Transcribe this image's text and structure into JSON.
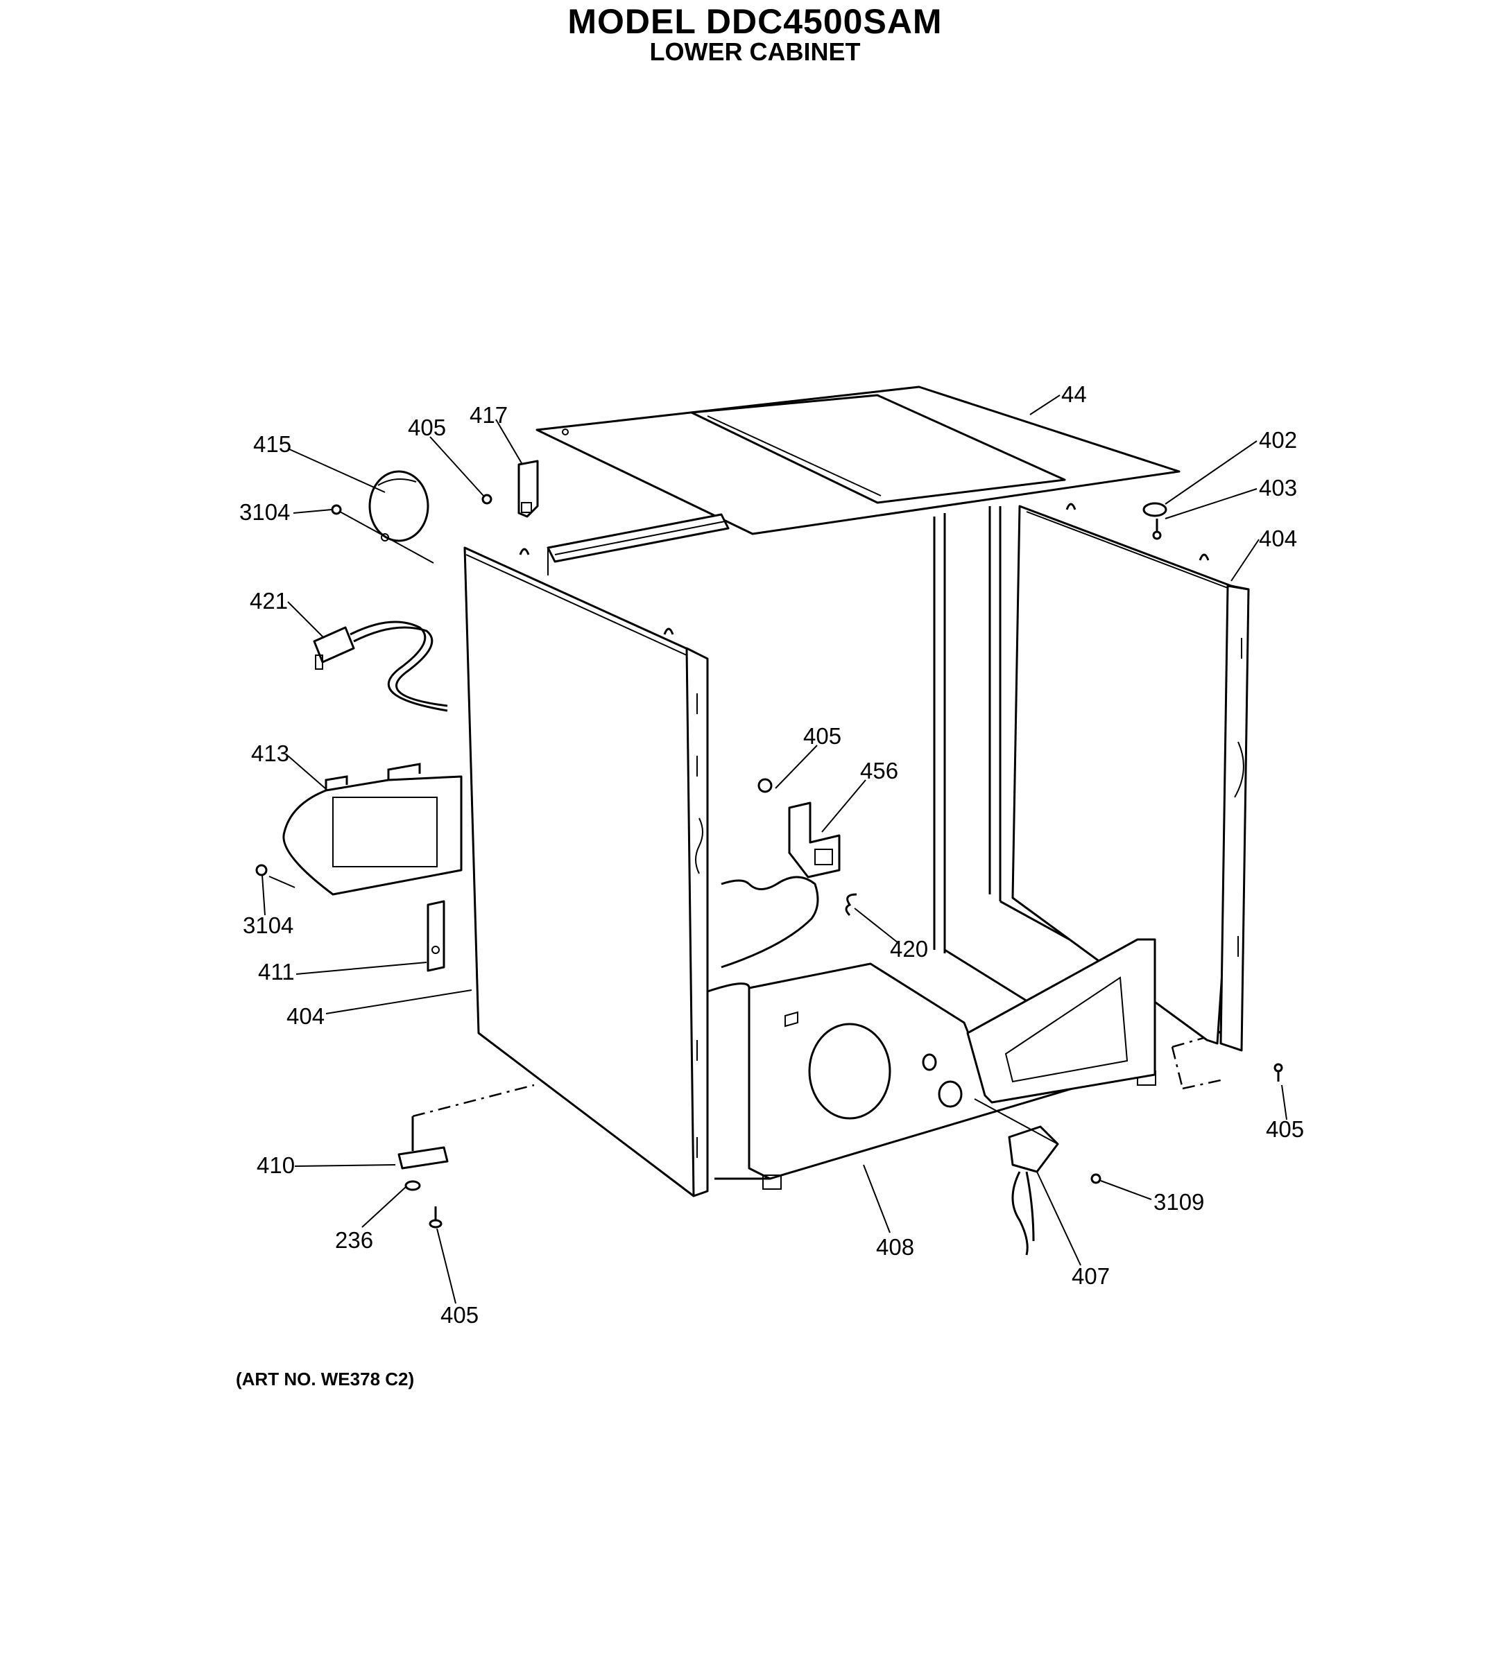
{
  "header": {
    "title": "MODEL DDC4500SAM",
    "subtitle": "LOWER CABINET"
  },
  "footer": {
    "art_no": "(ART NO. WE378 C2)"
  },
  "callouts": [
    {
      "id": "44",
      "text": "44"
    },
    {
      "id": "402",
      "text": "402"
    },
    {
      "id": "403",
      "text": "403"
    },
    {
      "id": "404_right",
      "text": "404"
    },
    {
      "id": "415",
      "text": "415"
    },
    {
      "id": "405_top",
      "text": "405"
    },
    {
      "id": "417",
      "text": "417"
    },
    {
      "id": "3104_top",
      "text": "3104"
    },
    {
      "id": "421",
      "text": "421"
    },
    {
      "id": "413",
      "text": "413"
    },
    {
      "id": "3104_bottom",
      "text": "3104"
    },
    {
      "id": "411",
      "text": "411"
    },
    {
      "id": "404_left",
      "text": "404"
    },
    {
      "id": "405_middle",
      "text": "405"
    },
    {
      "id": "456",
      "text": "456"
    },
    {
      "id": "420",
      "text": "420"
    },
    {
      "id": "405_right",
      "text": "405"
    },
    {
      "id": "410",
      "text": "410"
    },
    {
      "id": "236",
      "text": "236"
    },
    {
      "id": "405_bottom",
      "text": "405"
    },
    {
      "id": "408",
      "text": "408"
    },
    {
      "id": "3109",
      "text": "3109"
    },
    {
      "id": "407",
      "text": "407"
    }
  ]
}
